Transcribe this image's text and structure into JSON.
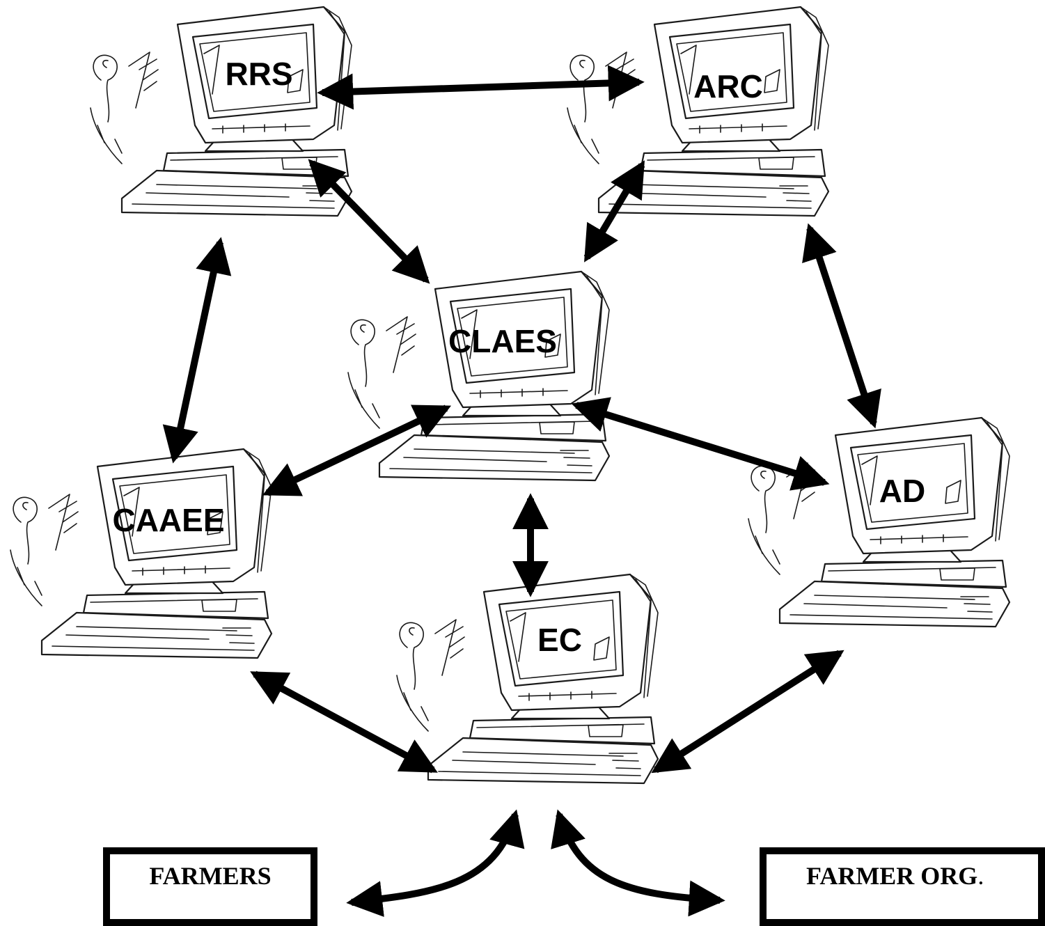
{
  "nodes": {
    "rrs": "RRS",
    "arc": "ARC",
    "claes": "CLAES",
    "caaee": "CAAEE",
    "ad": "AD",
    "ec": "EC"
  },
  "boxes": {
    "farmers": "FARMERS",
    "farmer_org": "FARMER ORG",
    "farmer_org_period": "."
  },
  "connections": [
    {
      "from": "RRS",
      "to": "ARC",
      "direction": "both"
    },
    {
      "from": "RRS",
      "to": "CLAES",
      "direction": "both"
    },
    {
      "from": "ARC",
      "to": "CLAES",
      "direction": "both"
    },
    {
      "from": "RRS",
      "to": "CAAEE",
      "direction": "both"
    },
    {
      "from": "ARC",
      "to": "AD",
      "direction": "both"
    },
    {
      "from": "CLAES",
      "to": "CAAEE",
      "direction": "both"
    },
    {
      "from": "CLAES",
      "to": "AD",
      "direction": "both"
    },
    {
      "from": "CLAES",
      "to": "EC",
      "direction": "both"
    },
    {
      "from": "CAAEE",
      "to": "EC",
      "direction": "both"
    },
    {
      "from": "AD",
      "to": "EC",
      "direction": "both"
    },
    {
      "from": "EC",
      "to": "FARMERS",
      "direction": "both"
    },
    {
      "from": "EC",
      "to": "FARMER ORG",
      "direction": "both"
    }
  ],
  "colors": {
    "line": "#000000",
    "background": "#ffffff"
  }
}
